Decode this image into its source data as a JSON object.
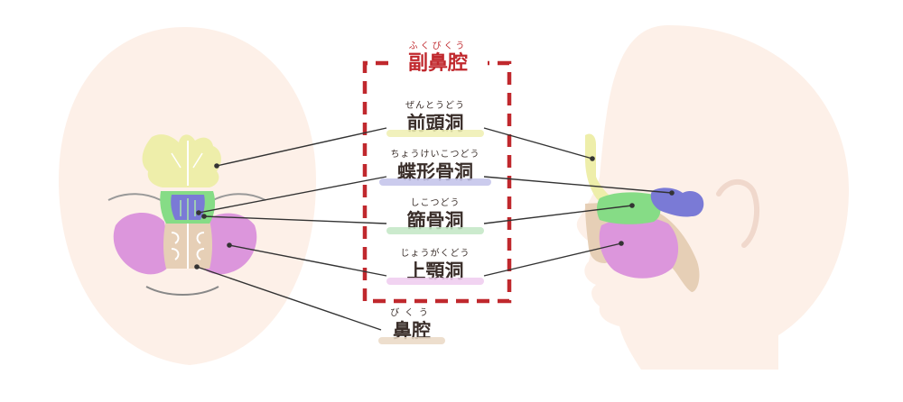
{
  "title": {
    "ruby": "ふくびくう",
    "text": "副鼻腔"
  },
  "labels": [
    {
      "id": "frontal",
      "ruby": "ぜんとうどう",
      "text": "前頭洞",
      "color": "#eeeeb0"
    },
    {
      "id": "sphenoid",
      "ruby": "ちょうけいこつどう",
      "text": "蝶形骨洞",
      "color": "#c2c2ea"
    },
    {
      "id": "ethmoid",
      "ruby": "しこつどう",
      "text": "篩骨洞",
      "color": "#c2e6c4"
    },
    {
      "id": "maxillary",
      "ruby": "じょうがくどう",
      "text": "上顎洞",
      "color": "#efcbee"
    },
    {
      "id": "nasal",
      "ruby": "びくう",
      "text": "鼻腔",
      "color": "#ead8c4"
    }
  ],
  "colors": {
    "skin": "#fdf0e8",
    "frontal": "#eeeeaa",
    "sphenoid": "#7a7ad6",
    "ethmoid": "#86dc86",
    "maxillary": "#dc96dc",
    "nasal": "#e6cfb6",
    "frame": "#c0282d",
    "line": "#333333"
  }
}
